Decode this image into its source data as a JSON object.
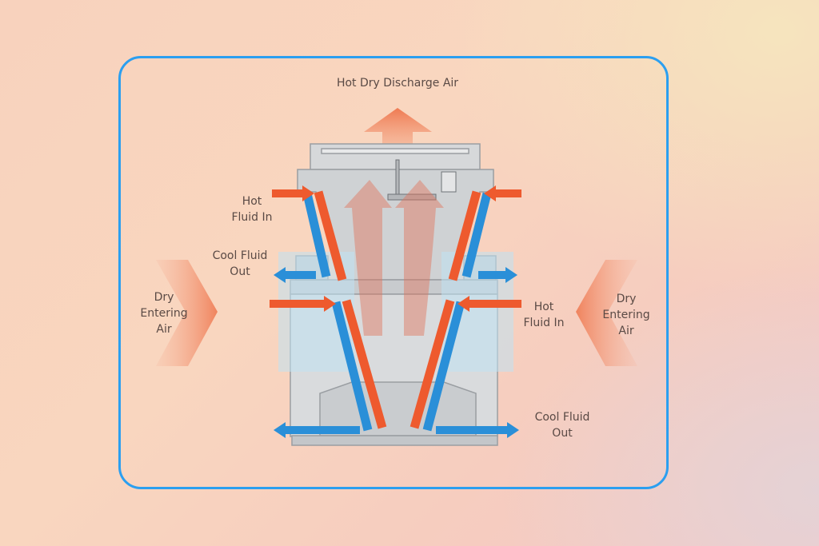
{
  "diagram": {
    "title": "Hot Dry Discharge Air",
    "labels": {
      "hot_fluid_in_left": "Hot\nFluid In",
      "cool_fluid_out_left": "Cool Fluid\nOut",
      "dry_air_left": "Dry\nEntering\nAir",
      "hot_fluid_in_right": "Hot\nFluid In",
      "dry_air_right": "Dry\nEntering\nAir",
      "cool_fluid_out_right": "Cool Fluid\nOut"
    },
    "colors": {
      "frame": "#2b9ff0",
      "hot": "#ee5a2e",
      "cool": "#2a8fd8",
      "housing": "#d4d6d8"
    }
  }
}
